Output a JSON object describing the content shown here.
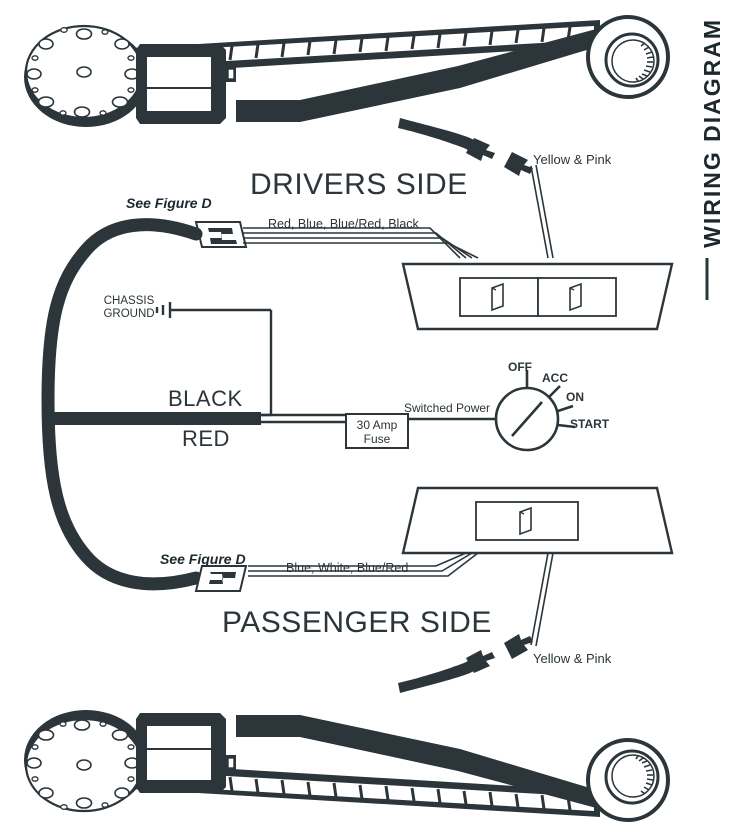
{
  "page": {
    "vertical_title": "WIRING DIAGRAM",
    "background_color": "#ffffff",
    "ink_color": "#2b353a"
  },
  "drivers_section": {
    "title": "DRIVERS SIDE",
    "figure_note": "See Figure D",
    "wire_label": "Red, Blue, Blue/Red, Black",
    "connector_label": "Yellow & Pink",
    "switch_count": 2
  },
  "passenger_section": {
    "title": "PASSENGER SIDE",
    "figure_note": "See Figure D",
    "wire_label": "Blue, White, Blue/Red",
    "connector_label": "Yellow & Pink",
    "switch_count": 1
  },
  "power_circuit": {
    "chassis_ground": "CHASSIS\nGROUND",
    "chassis_ground_line1": "CHASSIS",
    "chassis_ground_line2": "GROUND",
    "black_wire": "BLACK",
    "red_wire": "RED",
    "fuse_line1": "30 Amp",
    "fuse_line2": "Fuse",
    "switched_power": "Switched Power"
  },
  "ignition_switch": {
    "positions": [
      "OFF",
      "ACC",
      "ON",
      "START"
    ]
  }
}
